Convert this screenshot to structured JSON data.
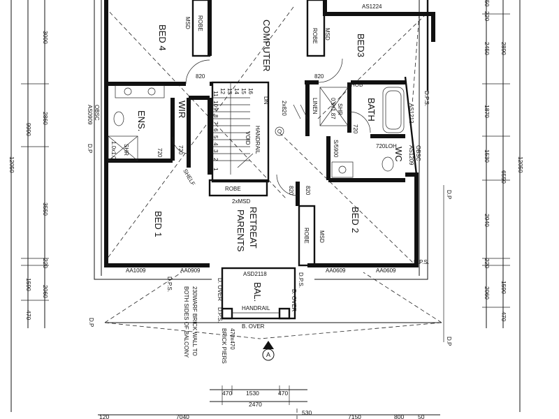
{
  "rooms": {
    "bed4": "BED 4",
    "computer": "COMPUTER",
    "bed3": "BED3",
    "ens": "ENS.",
    "wir": "WIR",
    "bath": "BATH",
    "wc": "WC",
    "bed1": "BED 1",
    "retreat": "RETREAT",
    "parents": "PARENTS",
    "bed2": "BED 2",
    "bal": "BAL."
  },
  "labels": {
    "robe": "ROBE",
    "msd": "MSD",
    "two_msd": "2xMSD",
    "shelf": "SHELF",
    "handrail": "HANDRAIL",
    "void": "VOID",
    "linen": "LINEN",
    "two_x820": "2x820",
    "shr": "SHR",
    "shr_size": "0.9x1.87",
    "hob": "HOB",
    "s5900": "S/5900",
    "lh720": "720LOH",
    "dn": "DN",
    "a1224": "AS1224",
    "as1212": "AS1212",
    "as1209": "AS1209",
    "obsc": "OBSC",
    "aa1009": "AA1009",
    "aa0909": "AA0909",
    "asd2118": "ASD2118",
    "aa0609": "AA0609",
    "dps": "D.P.S.",
    "dp": "D.P",
    "b_over": "B. OVER",
    "d_over": "D. OVER",
    "wall_note_1": "230WARF BRICK WALL TO",
    "wall_note_2": "BOTH SIDES OF BALCONY",
    "piers_1": "470x470",
    "piers_2": "BRICK PIERS",
    "section_marker": "A",
    "door_820": "820",
    "door_720": "720",
    "as1209_b": "AS0909",
    "shr_tag": "1.0x1.0"
  },
  "stair_numbers": [
    "16",
    "15",
    "14",
    "13",
    "12",
    "11",
    "10",
    "9",
    "8",
    "7",
    "6",
    "5",
    "4",
    "3",
    "2",
    "1"
  ],
  "dimensions": {
    "left": [
      "3000",
      "2860",
      "3550",
      "220",
      "1590",
      "470"
    ],
    "left_totals": [
      "9990",
      "12050"
    ],
    "left_small": [
      "120",
      "2060"
    ],
    "right": [
      "50",
      "2450",
      "1870",
      "1530",
      "2940",
      "220",
      "2060",
      "470"
    ],
    "right_top": [
      "2890",
      "6550",
      "12050"
    ],
    "right_small": [
      "220",
      "1590"
    ],
    "bottom": [
      "470",
      "1530",
      "470",
      "2470",
      "530"
    ],
    "bottom_edge": [
      "120",
      "7040",
      "7150",
      "800",
      "50"
    ]
  }
}
